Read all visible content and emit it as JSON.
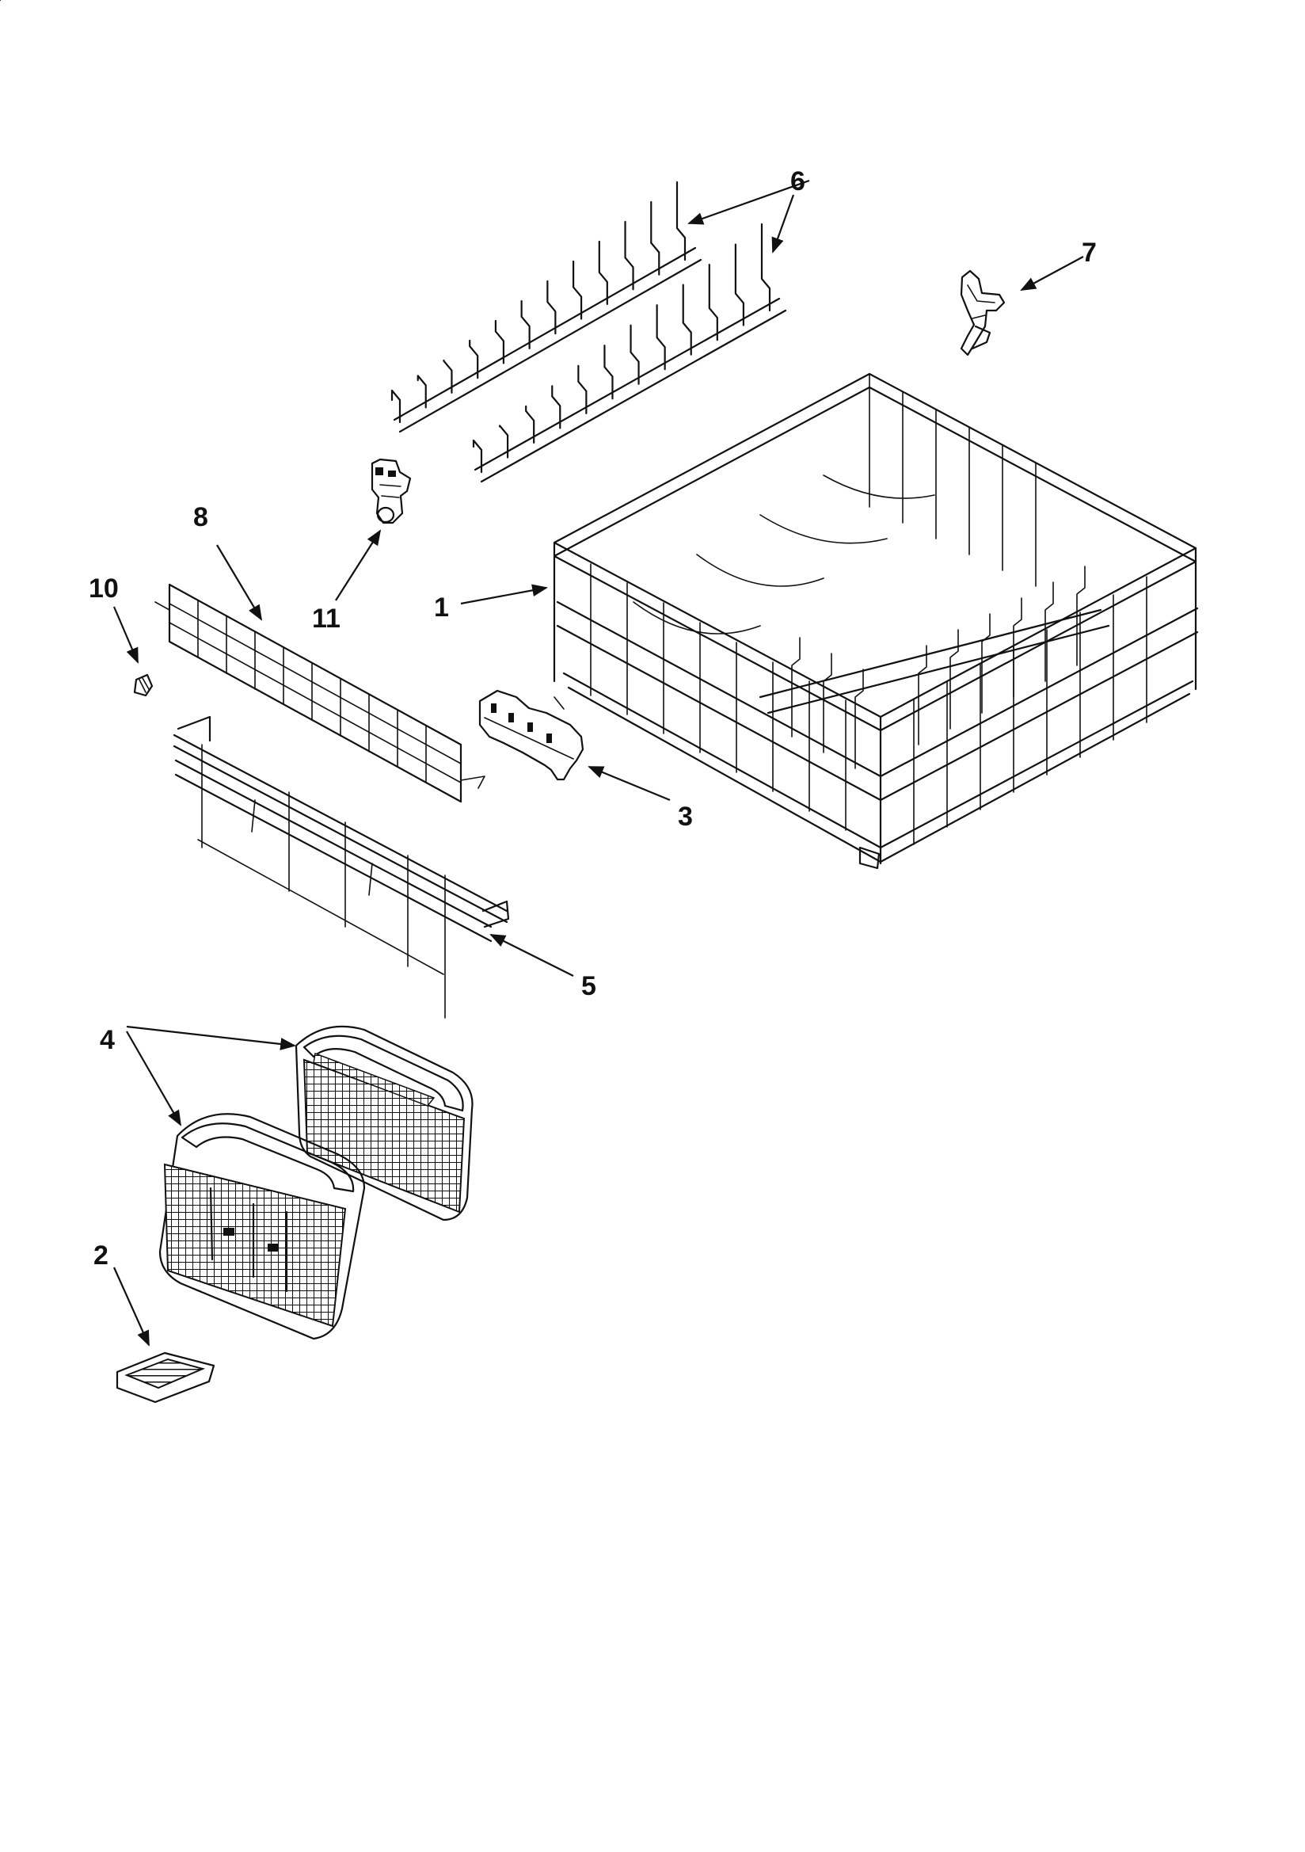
{
  "diagram": {
    "callouts": [
      {
        "id": "c1",
        "label": "1"
      },
      {
        "id": "c2",
        "label": "2"
      },
      {
        "id": "c3",
        "label": "3"
      },
      {
        "id": "c4",
        "label": "4"
      },
      {
        "id": "c5",
        "label": "5"
      },
      {
        "id": "c6",
        "label": "6"
      },
      {
        "id": "c7",
        "label": "7"
      },
      {
        "id": "c8",
        "label": "8"
      },
      {
        "id": "c10",
        "label": "10"
      },
      {
        "id": "c11",
        "label": "11"
      }
    ],
    "colors": {
      "ink": "#111111",
      "paper": "#ffffff"
    }
  }
}
